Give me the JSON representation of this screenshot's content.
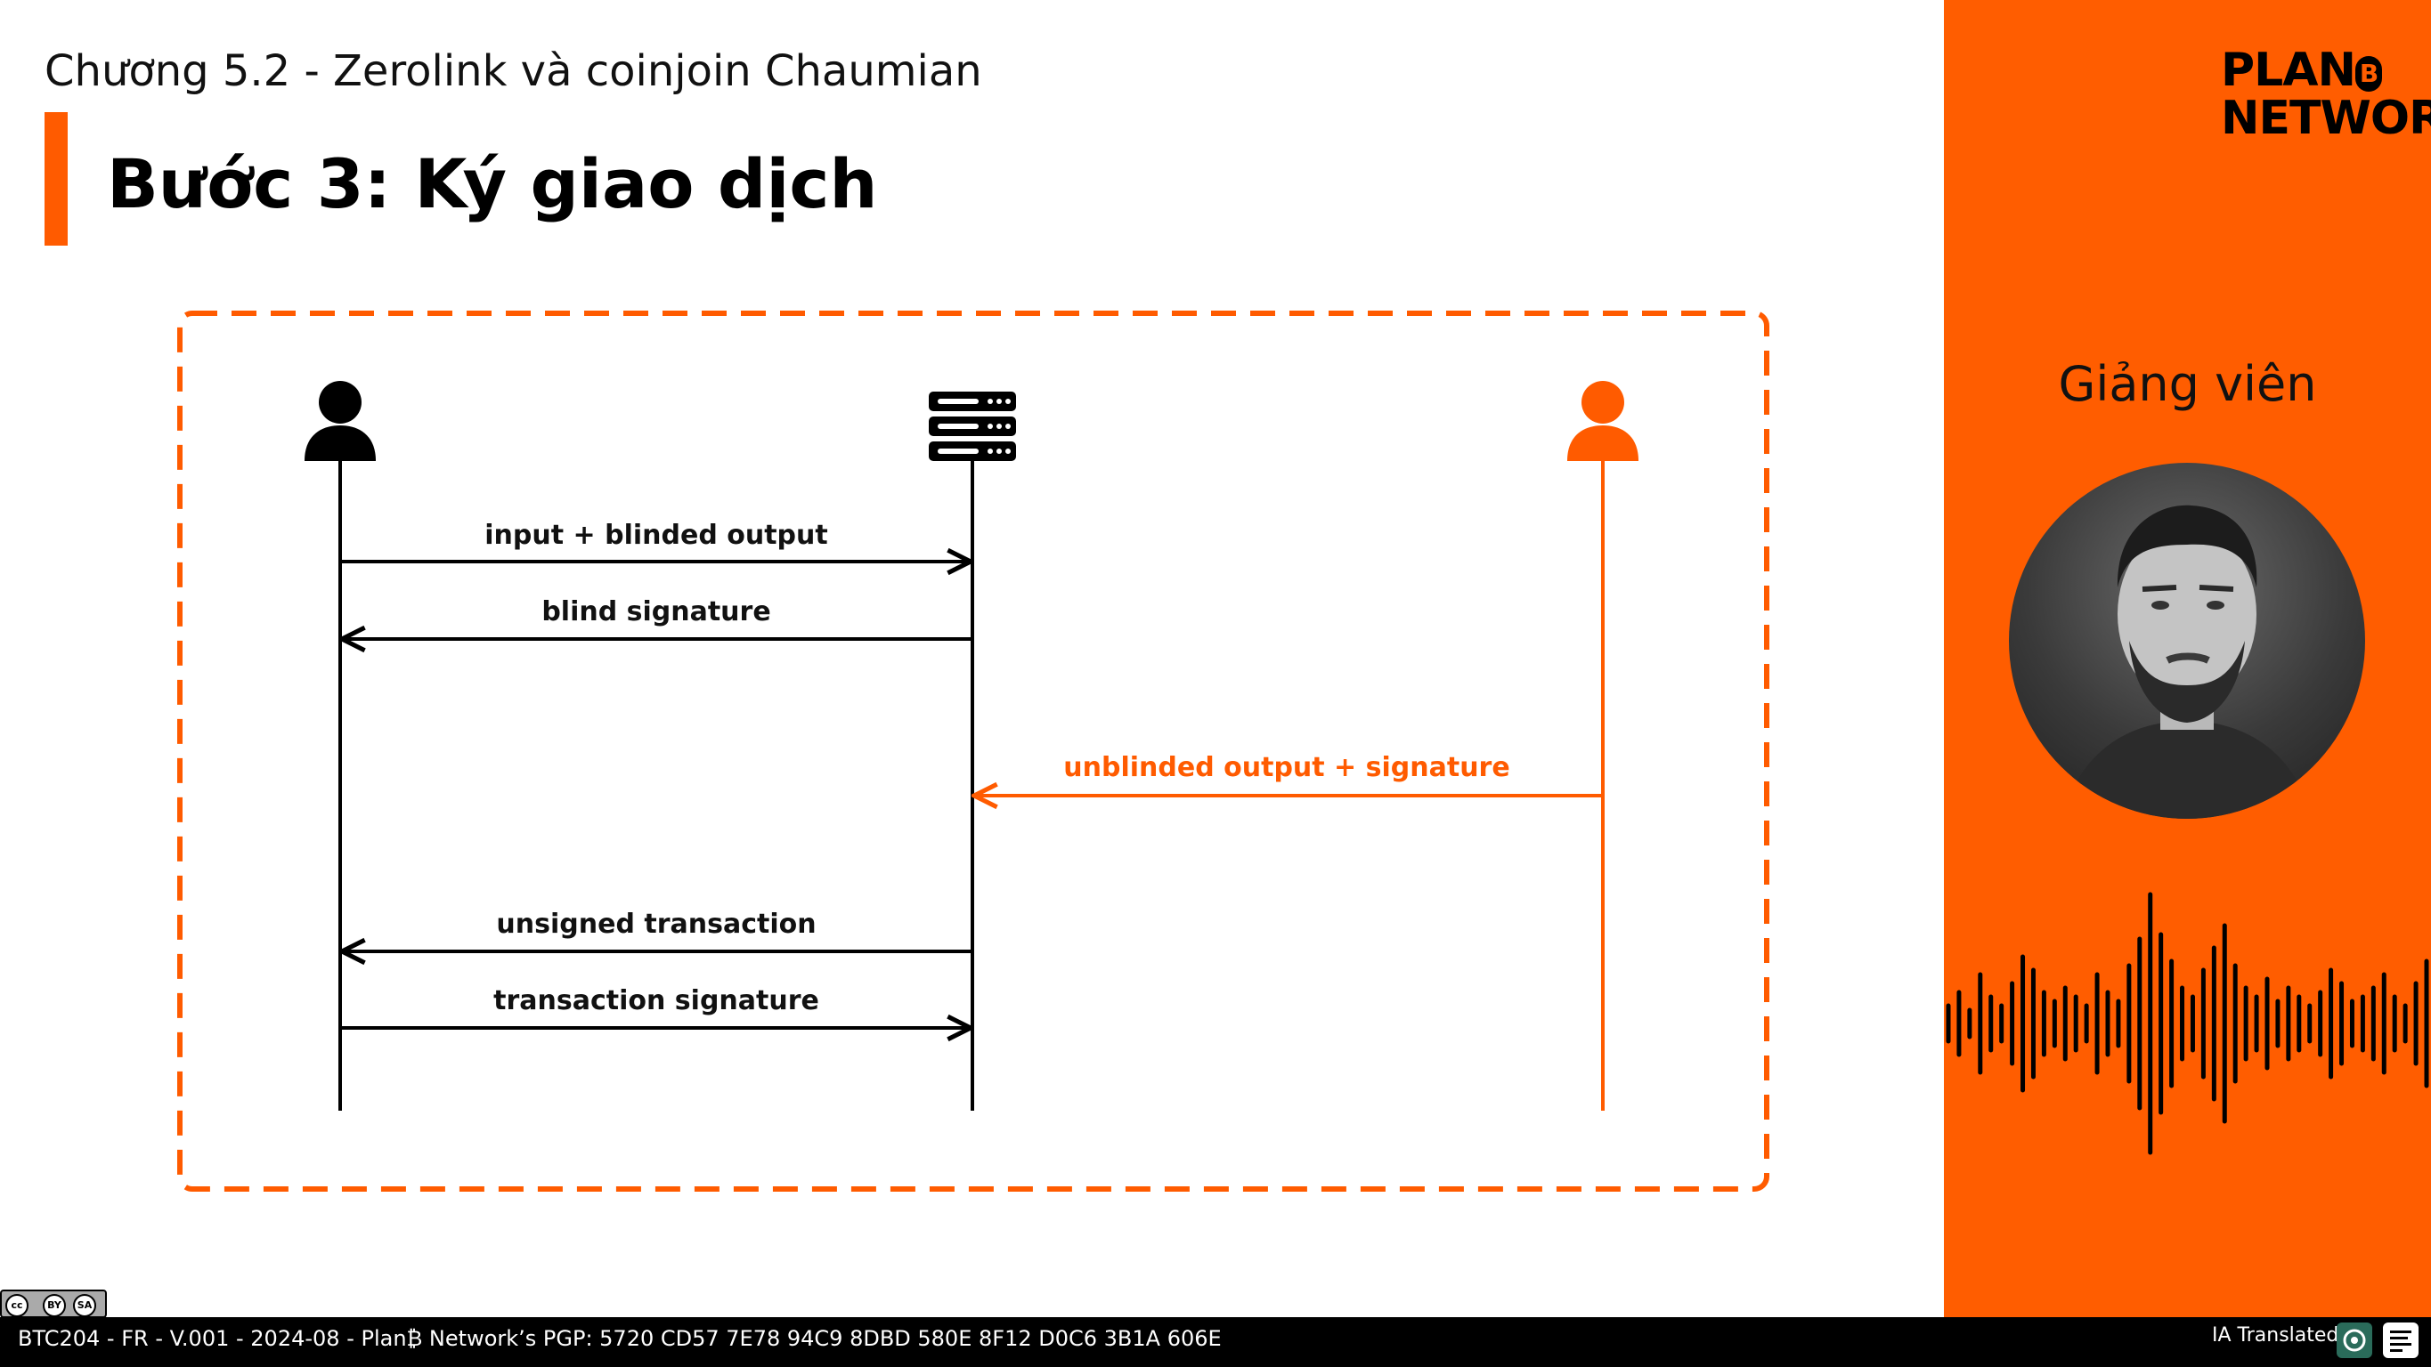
{
  "header": {
    "chapter": "Chương 5.2 - Zerolink và coinjoin Chaumian",
    "title": "Bước 3: Ký giao dịch"
  },
  "diagram": {
    "messages": [
      {
        "label": "input + blinded output",
        "direction": "to-server",
        "from": "user",
        "color": "#000000"
      },
      {
        "label": "blind signature",
        "direction": "to-user",
        "from": "server",
        "color": "#000000"
      },
      {
        "label": "unblinded output + signature",
        "direction": "to-server",
        "from": "other-user",
        "color": "#ff5b00"
      },
      {
        "label": "unsigned transaction",
        "direction": "to-user",
        "from": "server",
        "color": "#000000"
      },
      {
        "label": "transaction signature",
        "direction": "to-server",
        "from": "user",
        "color": "#000000"
      }
    ],
    "colors": {
      "accent": "#ff5b00",
      "line": "#000000"
    }
  },
  "sidebar": {
    "logo_line1": "PLAN",
    "logo_coin": "B",
    "logo_line2": "NETWORK",
    "lecturer_label": "Giảng viên"
  },
  "footer": {
    "text": "BTC204 - FR - V.001 - 2024-08 - Plan₿ Network’s PGP: 5720 CD57 7E78 94C9 8DBD 580E 8F12 D0C6 3B1A 606E",
    "ia_label": "IA Translated"
  },
  "license": {
    "cc": "cc",
    "by": "BY",
    "sa": "SA"
  },
  "icons": [
    "user-icon",
    "server-icon",
    "orange-user-icon",
    "waveform-icon",
    "openai-icon",
    "deepl-icon"
  ]
}
